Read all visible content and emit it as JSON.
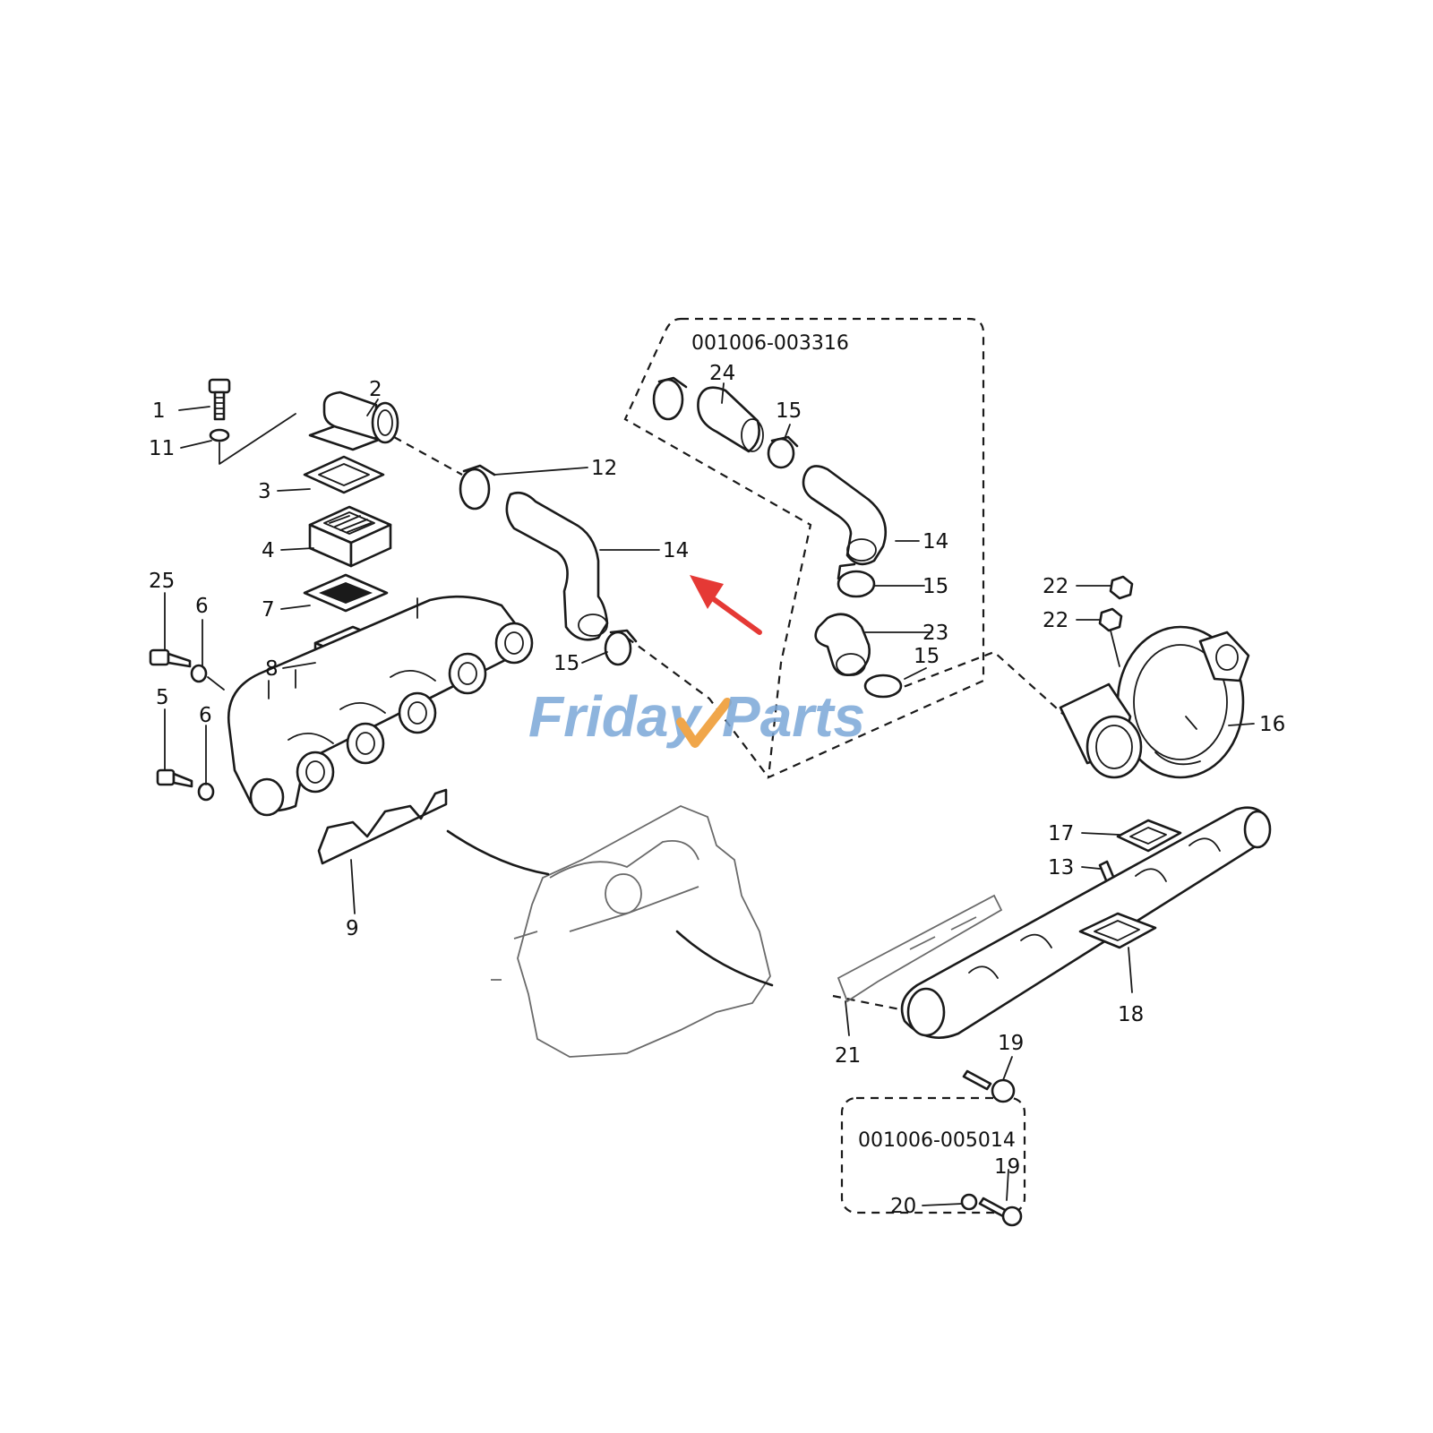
{
  "labels": {
    "p1": "1",
    "p2": "2",
    "p3": "3",
    "p4": "4",
    "p5": "5",
    "p6a": "6",
    "p6b": "6",
    "p7": "7",
    "p8": "8",
    "p9": "9",
    "p11": "11",
    "p12": "12",
    "p13": "13",
    "p14a": "14",
    "p14b": "14",
    "p15a": "15",
    "p15b": "15",
    "p15c": "15",
    "p15d": "15",
    "p16": "16",
    "p17": "17",
    "p18": "18",
    "p19a": "19",
    "p19b": "19",
    "p20": "20",
    "p21": "21",
    "p22a": "22",
    "p22b": "22",
    "p23": "23",
    "p24": "24",
    "p25": "25"
  },
  "groups": {
    "upper_code": "001006-003316",
    "lower_code": "001006-005014"
  },
  "watermark": {
    "left": "Friday",
    "right": "Parts"
  },
  "colors": {
    "line": "#1a1a1a",
    "arrow": "#e53935",
    "watermark_blue": "#7ba7d8",
    "watermark_orange": "#f0a64a"
  },
  "icons": {
    "pointer": "red-arrow-icon",
    "watermark_mark": "checkmark-icon"
  }
}
